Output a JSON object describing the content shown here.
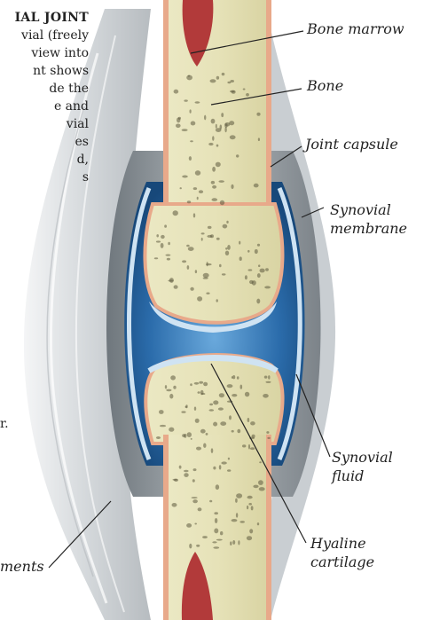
{
  "caption": {
    "lines": [
      "IAL JOINT",
      "vial (freely",
      "view into",
      "nt shows",
      "de the",
      "e and",
      "vial",
      "es",
      "d,",
      "s"
    ]
  },
  "stray_text": "r.",
  "labels": {
    "bone_marrow": "Bone marrow",
    "bone": "Bone",
    "joint_capsule": "Joint capsule",
    "synovial_membrane_line1": "Synovial",
    "synovial_membrane_line2": "membrane",
    "synovial_fluid_line1": "Synovial",
    "synovial_fluid_line2": "fluid",
    "hyaline_line1": "Hyaline",
    "hyaline_line2": "cartilage",
    "ligaments": "ments"
  },
  "colors": {
    "bone": "#e9e6bf",
    "bone_shadow": "#d6d19f",
    "marrow": "#b23a3a",
    "periosteum": "#e8a98a",
    "synovial_fluid": "#1f5f9c",
    "synovial_fluid_light": "#4c95cf",
    "cartilage": "#cfe3f3",
    "capsule": "#8f969c",
    "ligament": "#dde1e4"
  }
}
